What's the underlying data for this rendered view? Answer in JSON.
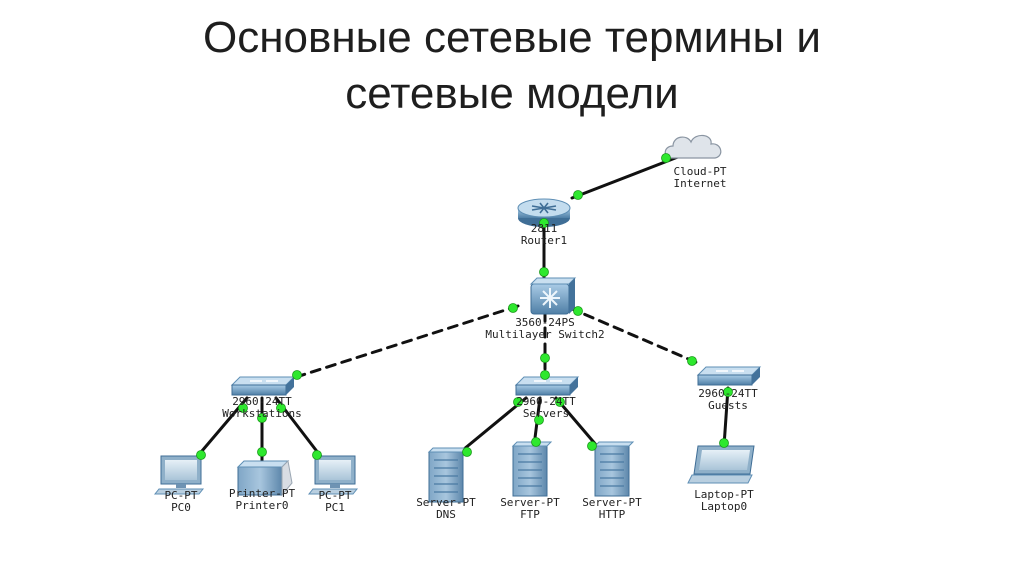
{
  "title": {
    "line1": "Основные сетевые термины и",
    "line2": "сетевые модели"
  },
  "colors": {
    "link": "#111111",
    "link_dot": "#2ee82e",
    "device": "#6e9ec4",
    "background": "#ffffff"
  },
  "nodes": {
    "cloud": {
      "type": "Cloud-PT",
      "name": "Internet",
      "icon": "cloud-icon"
    },
    "router": {
      "type": "2811",
      "name": "Router1",
      "icon": "router-icon"
    },
    "core_switch": {
      "type": "3560-24PS",
      "name": "Multilayer Switch2",
      "icon": "multilayer-switch-icon"
    },
    "sw_workstations": {
      "type": "2960-24TT",
      "name": "Workstations",
      "icon": "switch-icon"
    },
    "sw_servers": {
      "type": "2960-24TT",
      "name": "Servers",
      "icon": "switch-icon"
    },
    "sw_guests": {
      "type": "2960-24TT",
      "name": "Guests",
      "icon": "switch-icon"
    },
    "pc0": {
      "type": "PC-PT",
      "name": "PC0",
      "icon": "pc-icon"
    },
    "printer0": {
      "type": "Printer-PT",
      "name": "Printer0",
      "icon": "printer-icon"
    },
    "pc1": {
      "type": "PC-PT",
      "name": "PC1",
      "icon": "pc-icon"
    },
    "dns": {
      "type": "Server-PT",
      "name": "DNS",
      "icon": "server-icon"
    },
    "ftp": {
      "type": "Server-PT",
      "name": "FTP",
      "icon": "server-icon"
    },
    "http": {
      "type": "Server-PT",
      "name": "HTTP",
      "icon": "server-icon"
    },
    "laptop0": {
      "type": "Laptop-PT",
      "name": "Laptop0",
      "icon": "laptop-icon"
    }
  },
  "links": [
    {
      "from": "router",
      "to": "cloud",
      "style": "solid"
    },
    {
      "from": "router",
      "to": "core_switch",
      "style": "solid"
    },
    {
      "from": "core_switch",
      "to": "sw_workstations",
      "style": "dashed"
    },
    {
      "from": "core_switch",
      "to": "sw_servers",
      "style": "dashed"
    },
    {
      "from": "core_switch",
      "to": "sw_guests",
      "style": "dashed"
    },
    {
      "from": "sw_workstations",
      "to": "pc0",
      "style": "solid"
    },
    {
      "from": "sw_workstations",
      "to": "printer0",
      "style": "solid"
    },
    {
      "from": "sw_workstations",
      "to": "pc1",
      "style": "solid"
    },
    {
      "from": "sw_servers",
      "to": "dns",
      "style": "solid"
    },
    {
      "from": "sw_servers",
      "to": "ftp",
      "style": "solid"
    },
    {
      "from": "sw_servers",
      "to": "http",
      "style": "solid"
    },
    {
      "from": "sw_guests",
      "to": "laptop0",
      "style": "solid"
    }
  ]
}
